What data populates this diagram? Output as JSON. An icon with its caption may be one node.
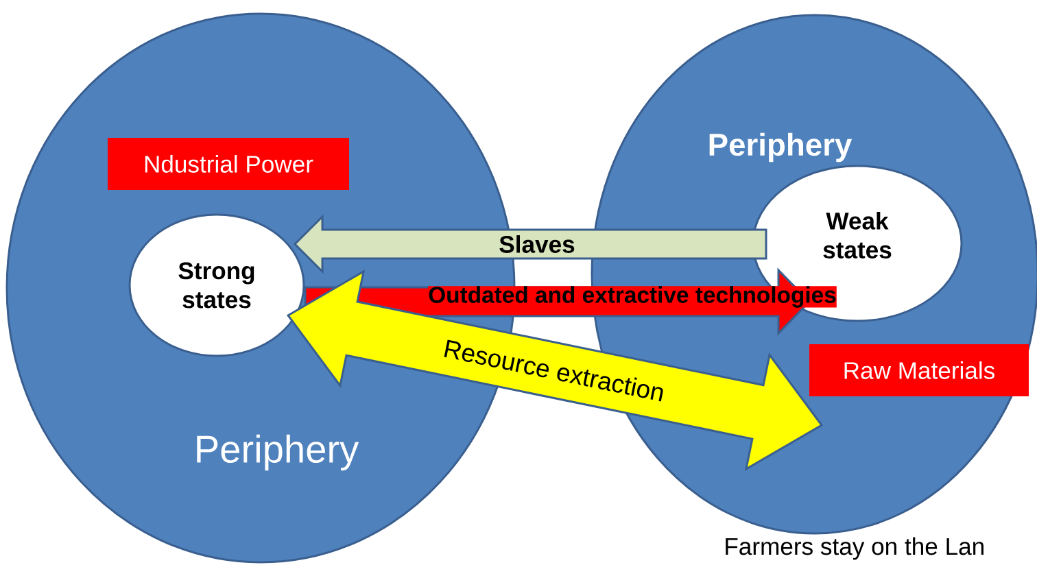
{
  "diagram": {
    "nodes": [
      {
        "text": [
          "Periphery"
        ]
      },
      {
        "text": [
          "Ndustrial Power"
        ],
        "in": 0
      },
      {
        "text": [
          "Strong states"
        ],
        "in": 0
      },
      {
        "text": [
          "Periphery"
        ]
      },
      {
        "text": [
          "Weak states"
        ],
        "in": 3
      },
      {
        "text": [
          "Raw Materials"
        ],
        "in": 3
      }
    ],
    "edges": [
      {
        "from": 4,
        "to": 2,
        "arrow": "to",
        "label": "Slaves",
        "color": "#d7e4bd"
      },
      {
        "from": 2,
        "to": 4,
        "arrow": "to",
        "label": "Outdated and extractive technologies",
        "color": "#ff0000"
      },
      {
        "from": 2,
        "to": 5,
        "arrow": "both",
        "label": "Resource extraction",
        "color": "#ffff00"
      }
    ],
    "labels": [
      "Farmers stay on the Lan"
    ]
  }
}
